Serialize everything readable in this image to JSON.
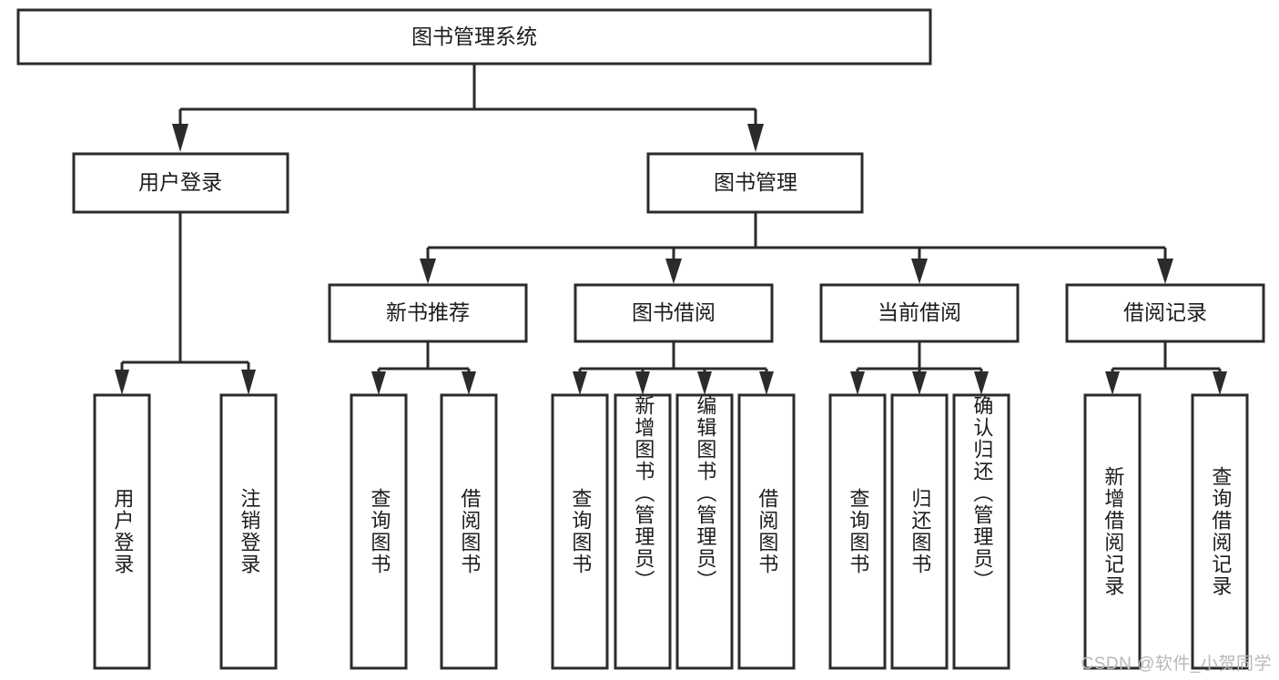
{
  "diagram": {
    "type": "tree-hierarchy-chart",
    "title": "图书管理系统",
    "watermark": "CSDN @软件_小贺同学",
    "colors": {
      "stroke": "#2b2b2b",
      "fill": "#ffffff",
      "text": "#1c1c1c",
      "watermark": "#b8b8b8"
    },
    "levels": {
      "root": {
        "label": "图书管理系统"
      },
      "level2": [
        {
          "label": "用户登录"
        },
        {
          "label": "图书管理"
        }
      ],
      "level3": [
        {
          "label": "新书推荐"
        },
        {
          "label": "图书借阅"
        },
        {
          "label": "当前借阅"
        },
        {
          "label": "借阅记录"
        }
      ],
      "leaves": [
        {
          "label": "用户登录",
          "parent": "用户登录"
        },
        {
          "label": "注销登录",
          "parent": "用户登录"
        },
        {
          "label": "查询图书",
          "parent": "新书推荐"
        },
        {
          "label": "借阅图书",
          "parent": "新书推荐"
        },
        {
          "label": "查询图书",
          "parent": "图书借阅"
        },
        {
          "label": "新增图书（管理员）",
          "parent": "图书借阅"
        },
        {
          "label": "编辑图书（管理员）",
          "parent": "图书借阅"
        },
        {
          "label": "借阅图书",
          "parent": "图书借阅"
        },
        {
          "label": "查询图书",
          "parent": "当前借阅"
        },
        {
          "label": "归还图书",
          "parent": "当前借阅"
        },
        {
          "label": "确认归还（管理员）",
          "parent": "当前借阅"
        },
        {
          "label": "新增借阅记录",
          "parent": "借阅记录"
        },
        {
          "label": "查询借阅记录",
          "parent": "借阅记录"
        }
      ]
    }
  }
}
